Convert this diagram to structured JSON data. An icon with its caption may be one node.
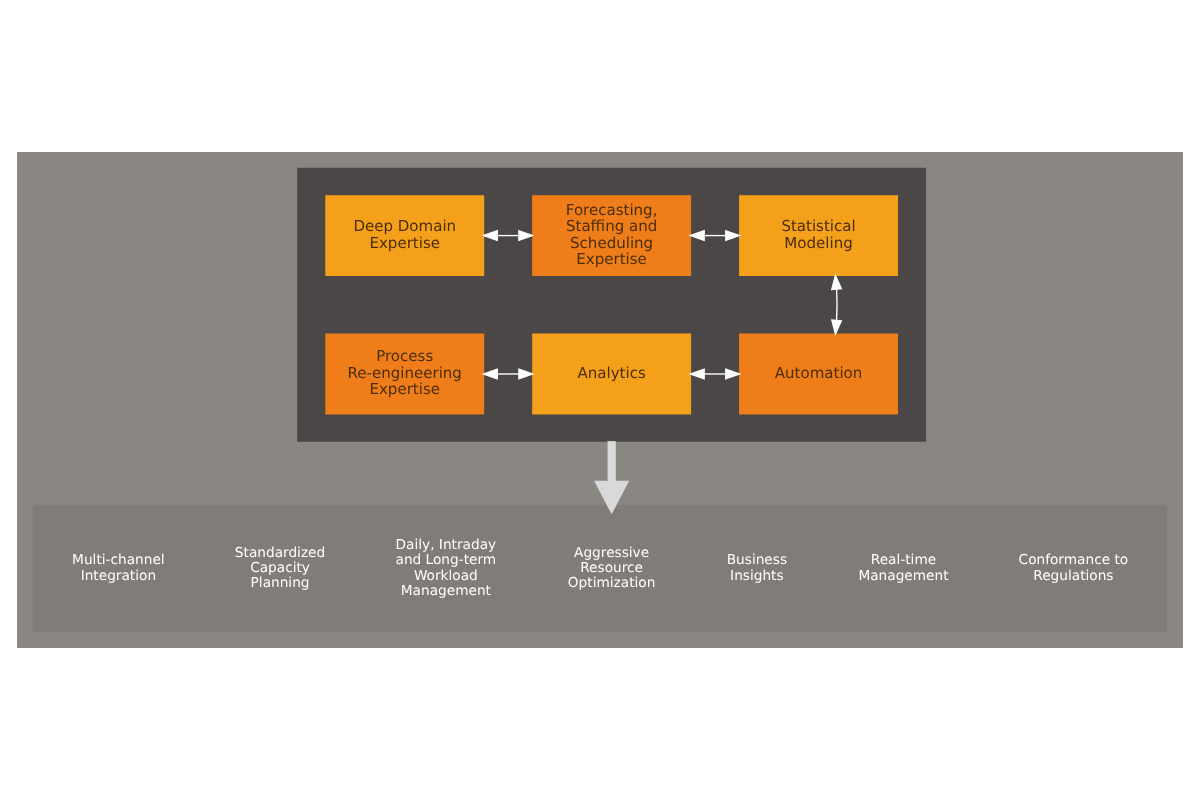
{
  "diagram": {
    "nodes": [
      {
        "text": [],
        "shape": "box"
      },
      {
        "text": [
          "Deep Domain Expertise"
        ],
        "in": 0
      },
      {
        "text": [
          "Forecasting, Staffing and Scheduling Expertise"
        ],
        "in": 0
      },
      {
        "text": [
          "Statistical Modeling"
        ],
        "in": 0
      },
      {
        "text": [
          "Process Re-engineering Expertise"
        ],
        "in": 0
      },
      {
        "text": [
          "Analytics"
        ],
        "in": 0
      },
      {
        "text": [
          "Automation"
        ],
        "in": 0
      },
      {
        "text": [],
        "shape": "box"
      },
      {
        "text": [
          "Multi-channel Integration"
        ],
        "in": 7
      },
      {
        "text": [
          "Standardized Capacity Planning"
        ],
        "in": 7
      },
      {
        "text": [
          "Daily, Intraday and Long-term Workload Management"
        ],
        "in": 7
      },
      {
        "text": [
          "Aggressive Resource Optimization"
        ],
        "in": 7
      },
      {
        "text": [
          "Business Insights"
        ],
        "in": 7
      },
      {
        "text": [
          "Real-time Management"
        ],
        "in": 7
      },
      {
        "text": [
          "Conformance to Regulations"
        ],
        "in": 7
      }
    ],
    "edges": [
      {
        "from": 1,
        "to": 2,
        "arrow": "both"
      },
      {
        "from": 2,
        "to": 3,
        "arrow": "both"
      },
      {
        "from": 4,
        "to": 5,
        "arrow": "both"
      },
      {
        "from": 5,
        "to": 6,
        "arrow": "both"
      },
      {
        "from": 3,
        "to": 6,
        "arrow": "both"
      },
      {
        "from": 0,
        "to": 7,
        "arrow": "to",
        "style": "thick",
        "color": "#d9d9d9"
      }
    ]
  }
}
